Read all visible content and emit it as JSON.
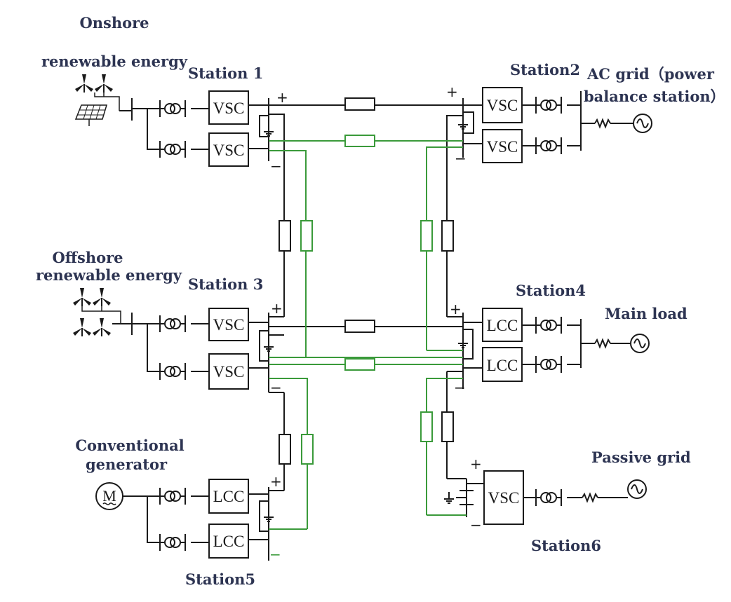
{
  "labels": {
    "onshore": [
      "Onshore",
      "renewable energy"
    ],
    "offshore": [
      "Offshore",
      "renewable energy"
    ],
    "conventional": [
      "Conventional",
      "generator"
    ],
    "acgrid": [
      "AC grid（power",
      "balance station）"
    ],
    "mainload": "Main load",
    "passive": "Passive grid",
    "motor_symbol": "M"
  },
  "stations": [
    {
      "id": "station1",
      "label": "Station 1",
      "converters": [
        "VSC",
        "VSC"
      ]
    },
    {
      "id": "station2",
      "label": "Station2",
      "converters": [
        "VSC",
        "VSC"
      ]
    },
    {
      "id": "station3",
      "label": "Station 3",
      "converters": [
        "VSC",
        "VSC"
      ]
    },
    {
      "id": "station4",
      "label": "Station4",
      "converters": [
        "LCC",
        "LCC"
      ]
    },
    {
      "id": "station5",
      "label": "Station5",
      "converters": [
        "LCC",
        "LCC"
      ]
    },
    {
      "id": "station6",
      "label": "Station6",
      "converters": [
        "VSC"
      ]
    }
  ],
  "polarity": {
    "plus": "+",
    "minus": "−"
  },
  "colors": {
    "line": "#1a1a1a",
    "green": "#3a9a3a",
    "label": "#2d3452"
  }
}
